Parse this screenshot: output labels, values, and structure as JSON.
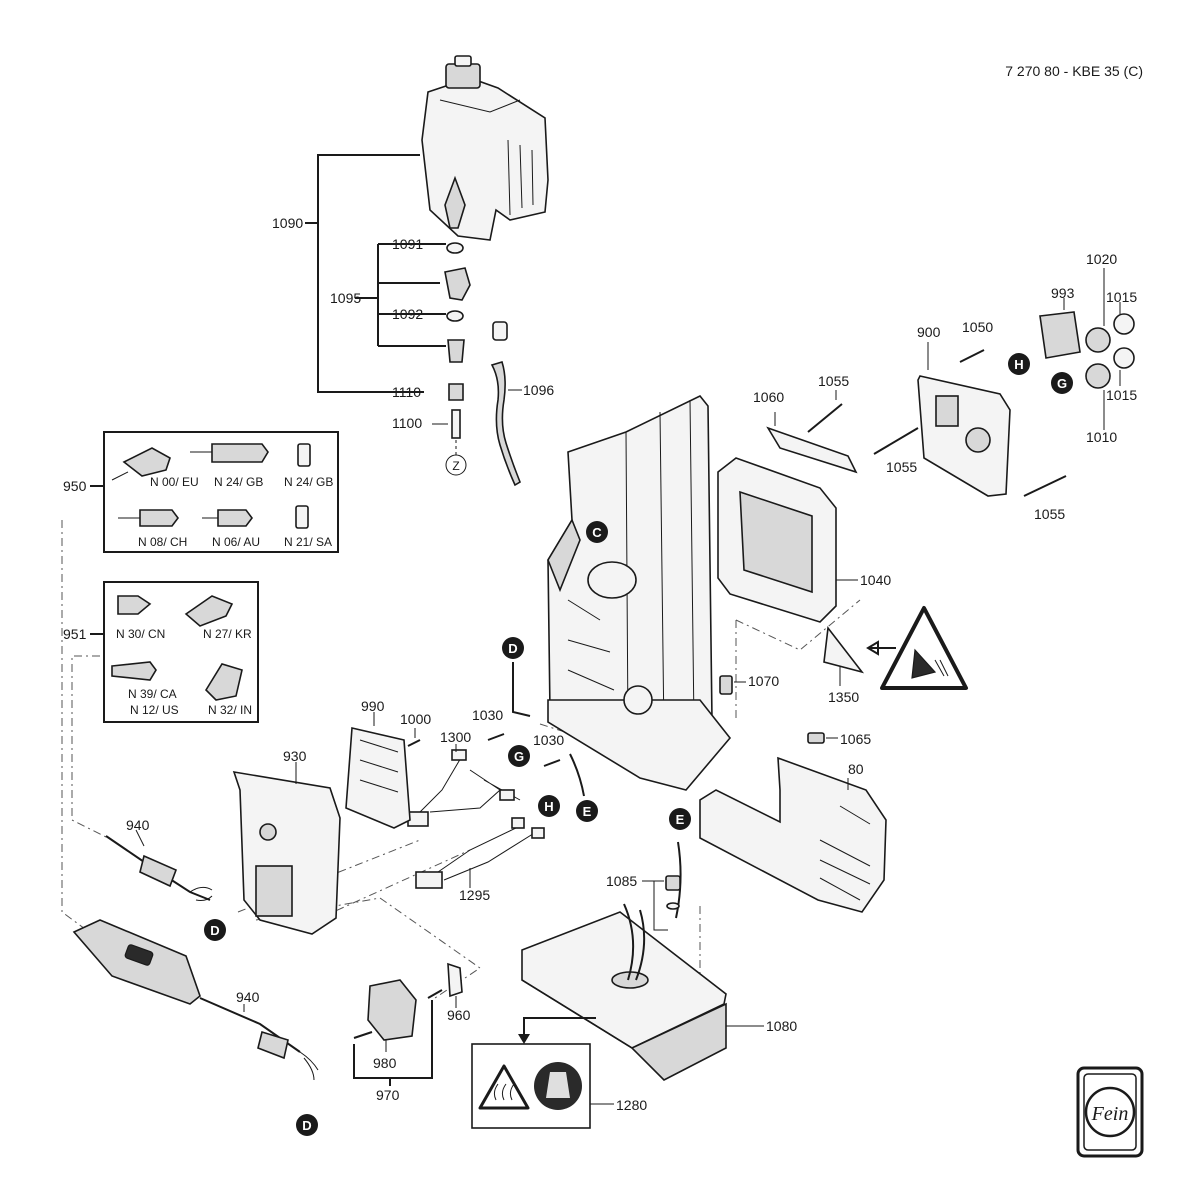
{
  "header": {
    "model_code": "7 270 80 - KBE 35 (C)"
  },
  "brand": {
    "logo_text": "Fein"
  },
  "parts": {
    "p1090": "1090",
    "p1091": "1091",
    "p1095": "1095",
    "p1092": "1092",
    "p1110": "1110",
    "p1100": "1100",
    "p1096": "1096",
    "p_z": "Z",
    "p950": "950",
    "p951": "951",
    "p993": "993",
    "p1020": "1020",
    "p1015a": "1015",
    "p1015b": "1015",
    "p900": "900",
    "p1050": "1050",
    "p1010": "1010",
    "p1055a": "1055",
    "p1055b": "1055",
    "p1055c": "1055",
    "p1060": "1060",
    "p1040": "1040",
    "p1350": "1350",
    "p1070": "1070",
    "p1065": "1065",
    "p80": "80",
    "p990": "990",
    "p1000": "1000",
    "p1030a": "1030",
    "p1030b": "1030",
    "p1300": "1300",
    "p930": "930",
    "p940a": "940",
    "p940b": "940",
    "p1295": "1295",
    "p1085": "1085",
    "p1080": "1080",
    "p960": "960",
    "p980": "980",
    "p970": "970",
    "p1280": "1280"
  },
  "plug_variants_950": {
    "eu": "N 00/ EU",
    "gb24a": "N 24/ GB",
    "gb24b": "N 24/ GB",
    "ch": "N 08/ CH",
    "au": "N 06/ AU",
    "sa": "N 21/ SA"
  },
  "plug_variants_951": {
    "cn": "N 30/ CN",
    "kr": "N 27/ KR",
    "ca": "N 39/ CA",
    "us": "N 12/ US",
    "in": "N 32/ IN"
  },
  "connectors": {
    "C": "C",
    "D1": "D",
    "D2": "D",
    "D3": "D",
    "E1": "E",
    "E2": "E",
    "G1": "G",
    "G2": "G",
    "H1": "H",
    "H2": "H"
  },
  "icons": [
    "warning-triangle-icon",
    "hot-surface-icon",
    "fein-logo"
  ]
}
